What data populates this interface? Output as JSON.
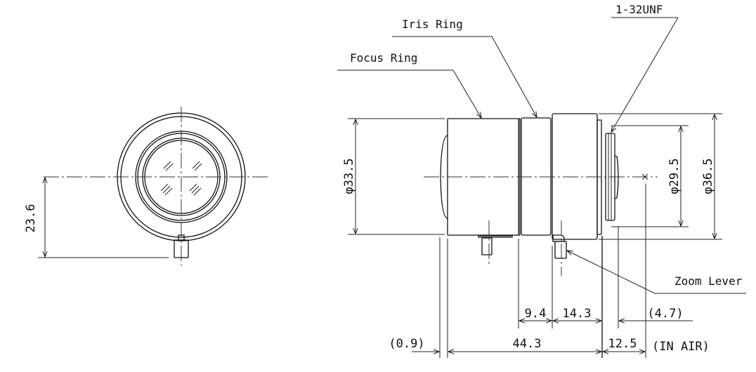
{
  "drawing": {
    "title": "Lens outline dimensional drawing",
    "callouts": {
      "iris_ring": "Iris Ring",
      "focus_ring": "Focus Ring",
      "mount_thread": "1-32UNF",
      "zoom_lever": "Zoom Lever"
    },
    "dimensions": {
      "front_lever_offset": "23.6",
      "focus_ring_diameter": "φ33.5",
      "flange_diameter": "φ29.5",
      "body_diameter": "φ36.5",
      "segment_a": "9.4",
      "segment_b": "14.3",
      "back_protrusion": "(4.7)",
      "front_protrusion": "(0.9)",
      "overall_length": "44.3",
      "flange_back": "12.5",
      "flange_back_note": "(IN AIR)"
    },
    "colors": {
      "line": "#111111",
      "background": "#ffffff"
    }
  }
}
